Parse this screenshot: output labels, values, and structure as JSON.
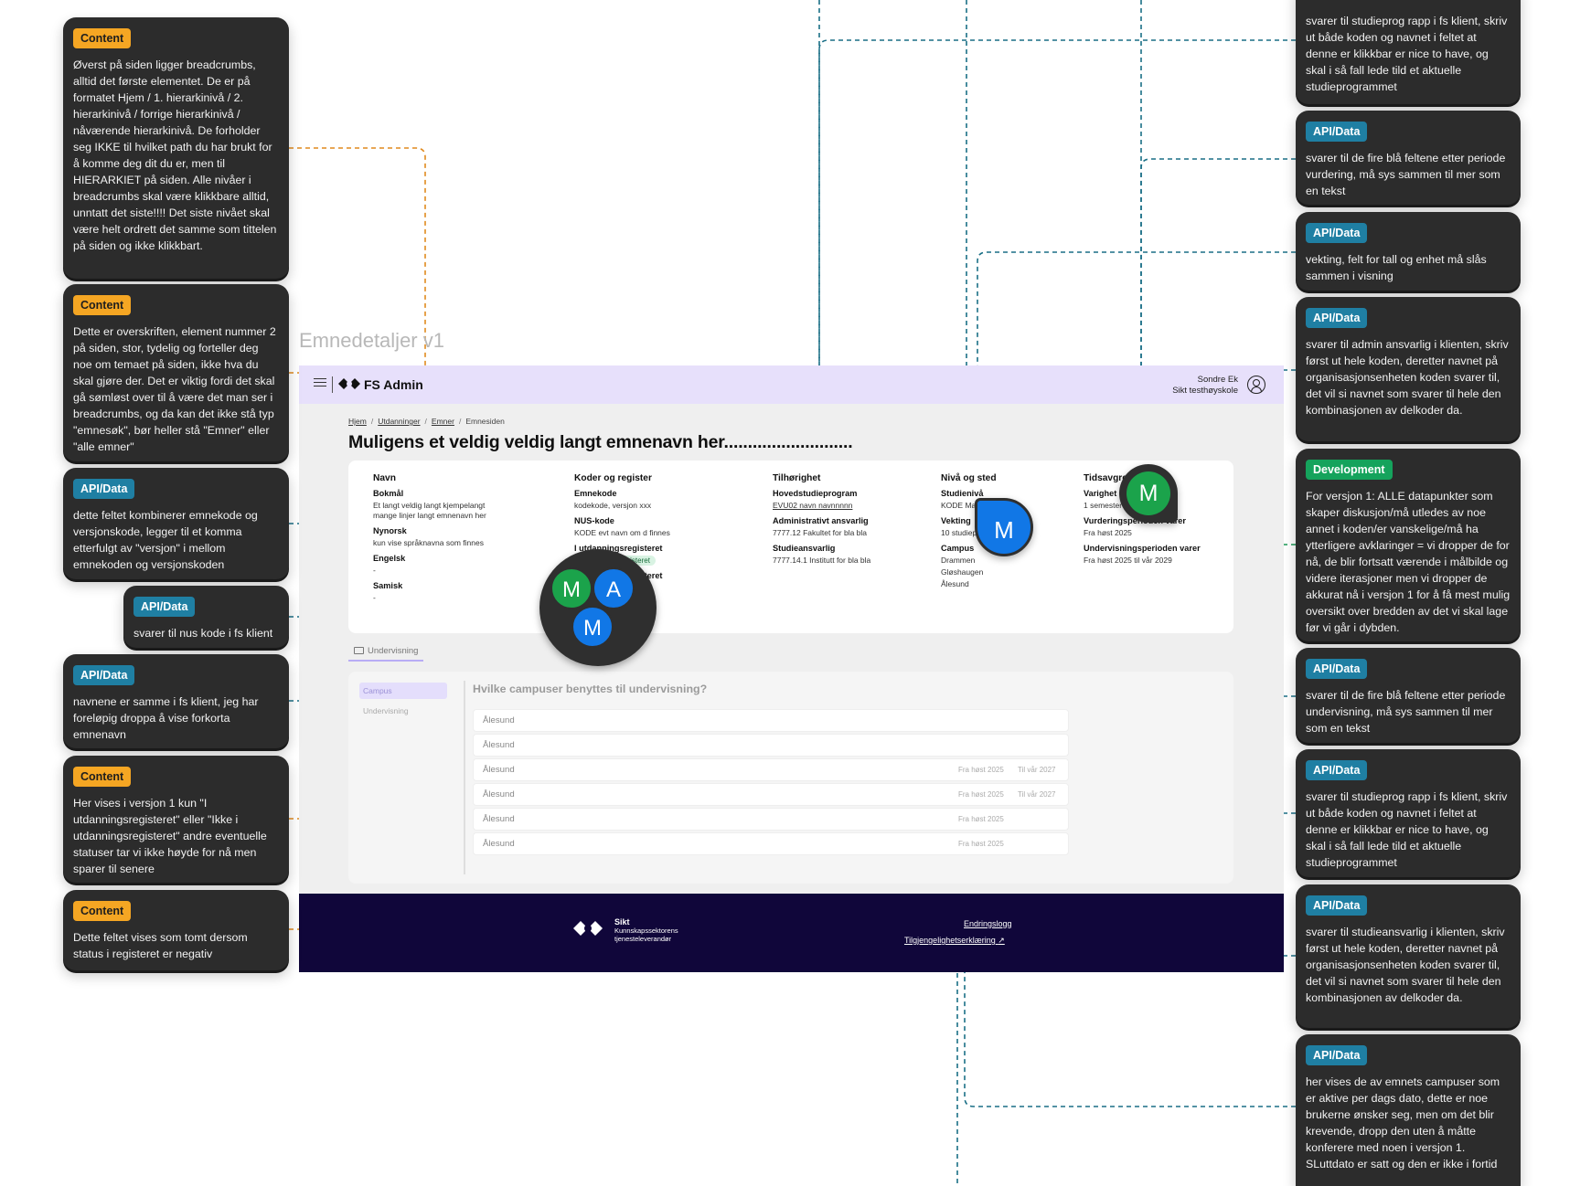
{
  "frame_title": "Emnedetaljer v1",
  "app": {
    "brand": "FS Admin",
    "user_name": "Sondre Ek",
    "user_org": "Sikt testhøyskole"
  },
  "breadcrumbs": [
    "Hjem",
    "Utdanninger",
    "Emner",
    "Emnesiden"
  ],
  "page_title": "Muligens et veldig veldig langt emnenavn her...........................",
  "details": {
    "navn": {
      "heading": "Navn",
      "bokmal_label": "Bokmål",
      "bokmal_value": "Et langt veldig langt kjempelangt mange linjer langt emnenavn her",
      "nynorsk_label": "Nynorsk",
      "nynorsk_value": "kun vise språknavna som finnes",
      "engelsk_label": "Engelsk",
      "engelsk_value": "-",
      "samisk_label": "Samisk",
      "samisk_value": "-"
    },
    "koder": {
      "heading": "Koder og register",
      "emnekode_label": "Emnekode",
      "emnekode_value": "kodekode, versjon xxx",
      "nus_label": "NUS-kode",
      "nus_value": "KODE evt navn om d finnes",
      "reg_label": "I utdanningsregisteret",
      "reg_value": "I utdanningsregisteret",
      "reg2_label": "I utdanningsregisteret"
    },
    "tilhorighet": {
      "heading": "Tilhørighet",
      "hoved_label": "Hovedstudieprogram",
      "hoved_value": "EVU02 navn navnnnnn",
      "admin_label": "Administrativt ansvarlig",
      "admin_value": "7777.12 Fakultet for bla bla",
      "studie_label": "Studieansvarlig",
      "studie_value": "7777.14.1 Institutt for bla bla"
    },
    "niva": {
      "heading": "Nivå og sted",
      "studieniva_label": "Studienivå",
      "studieniva_value": "KODE Master",
      "vekting_label": "Vekting",
      "vekting_value": "10 studiepoeng",
      "campus_label": "Campus",
      "campus_values": [
        "Drammen",
        "Gløshaugen",
        "Ålesund"
      ]
    },
    "tidsavgrensning": {
      "heading": "Tidsavgrensning",
      "varighet_label": "Varighet undervisning",
      "varighet_value": "1 semester",
      "vurdering_label": "Vurderingsperioden varer",
      "vurdering_value": "Fra høst 2025",
      "undervisning_label": "Undervisningsperioden varer",
      "undervisning_value": "Fra høst 2025 til vår 2029"
    }
  },
  "tabs": [
    "Undervisning"
  ],
  "side_nav": [
    "Campus",
    "Undervisning"
  ],
  "campus_section": {
    "question": "Hvilke campuser benyttes til undervisning?",
    "rows": [
      {
        "name": "Ålesund",
        "from": "",
        "to": ""
      },
      {
        "name": "Ålesund",
        "from": "",
        "to": ""
      },
      {
        "name": "Ålesund",
        "from": "Fra høst 2025",
        "to": "Til vår 2027"
      },
      {
        "name": "Ålesund",
        "from": "Fra høst 2025",
        "to": "Til vår 2027"
      },
      {
        "name": "Ålesund",
        "from": "Fra høst 2025",
        "to": ""
      },
      {
        "name": "Ålesund",
        "from": "Fra høst 2025",
        "to": ""
      }
    ]
  },
  "footer": {
    "org_name": "Sikt",
    "org_line1": "Kunnskapssektorens",
    "org_line2": "tjenesteleverandør",
    "link_endringslogg": "Endringslogg",
    "link_tilgjengelighet": "Tilgjengelighetserklæring"
  },
  "avatars": {
    "cluster": [
      "M",
      "A",
      "M"
    ],
    "blue_single": "M",
    "green_single": "M"
  },
  "colors": {
    "content_tag": "#f5a623",
    "api_tag": "#1f7fa3",
    "dev_tag": "#15a35c",
    "note_bg": "#2c2c2c",
    "topbar": "#e7e0fb",
    "footer": "#10063a",
    "connector_orange": "#e08a1e",
    "connector_teal": "#1a6f86",
    "connector_green": "#1a9a55"
  },
  "notes_left": [
    {
      "tag": "Content",
      "text": "Øverst på siden ligger breadcrumbs, alltid det første elementet. De er på formatet Hjem / 1. hierarkinivå / 2. hierarkinivå / forrige hierarkinivå / nåværende hierarkinivå. De forholder seg IKKE til hvilket path du har brukt for å komme deg dit du er, men til HIERARKIET på siden. Alle nivåer i breadcrumbs skal være klikkbare alltid, unntatt det siste!!!! Det siste nivået skal være helt ordrett det samme som tittelen på siden og ikke klikkbart."
    },
    {
      "tag": "Content",
      "text": "Dette er overskriften, element nummer 2 på siden, stor, tydelig og forteller deg noe om temaet på siden, ikke hva du skal gjøre der. Det er viktig fordi det skal gå sømløst over til å være det man ser i breadcrumbs, og da kan det ikke stå typ \"emnesøk\", bør heller stå \"Emner\" eller \"alle emner\""
    },
    {
      "tag": "API/Data",
      "text": "dette feltet kombinerer emnekode og versjonskode, legger til et komma etterfulgt av \"versjon\" i mellom emnekoden og versjonskoden"
    },
    {
      "tag": "API/Data",
      "text": "svarer til nus kode i fs klient"
    },
    {
      "tag": "API/Data",
      "text": "navnene er samme i fs klient, jeg har foreløpig droppa å vise forkorta emnenavn"
    },
    {
      "tag": "Content",
      "text": "Her vises i versjon 1 kun \"I utdanningsregisteret\" eller \"Ikke i utdanningsregisteret\" andre eventuelle statuser tar vi ikke høyde for nå men sparer til senere"
    },
    {
      "tag": "Content",
      "text": "Dette feltet vises som tomt dersom status i registeret er negativ"
    }
  ],
  "notes_right": [
    {
      "tag": "",
      "text": "svarer til studieprog rapp i fs klient, skriv ut både koden og navnet i feltet at denne er klikkbar er nice to have, og skal i så fall lede tild et aktuelle studieprogrammet"
    },
    {
      "tag": "API/Data",
      "text": "svarer til de fire blå feltene etter periode vurdering, må sys sammen til mer som en tekst"
    },
    {
      "tag": "API/Data",
      "text": "vekting, felt for tall og enhet må slås sammen i visning"
    },
    {
      "tag": "API/Data",
      "text": "svarer til admin ansvarlig i klienten, skriv først ut hele koden, deretter navnet på organisasjonsenheten koden svarer til, det vil si navnet som svarer til hele den kombinasjonen av delkoder da."
    },
    {
      "tag": "Development",
      "text": "For versjon 1: ALLE datapunkter som skaper diskusjon/må utledes av noe annet i koden/er vanskelige/må ha ytterligere avklaringer = vi dropper de for nå, de blir fortsatt værende i målbilde og videre iterasjoner men vi dropper de akkurat nå i versjon 1 for å få mest mulig oversikt over bredden av det vi skal lage før vi går i dybden."
    },
    {
      "tag": "API/Data",
      "text": "svarer til de fire blå feltene etter periode undervisning, må sys sammen til mer som en tekst"
    },
    {
      "tag": "API/Data",
      "text": "svarer til studieprog rapp i fs klient, skriv ut både koden og navnet i feltet at denne er klikkbar er nice to have, og skal i så fall lede tild et aktuelle studieprogrammet"
    },
    {
      "tag": "API/Data",
      "text": "svarer til studieansvarlig i klienten, skriv først ut hele koden, deretter navnet på organisasjonsenheten koden svarer til, det vil si navnet som svarer til hele den kombinasjonen av delkoder da."
    },
    {
      "tag": "API/Data",
      "text": "her vises de av emnets campuser som er aktive per dags dato, dette er noe brukerne ønsker seg, men om det blir krevende, dropp den uten å måtte konferere med noen i versjon 1. SLuttdato er satt og den er ikke i fortid"
    }
  ]
}
